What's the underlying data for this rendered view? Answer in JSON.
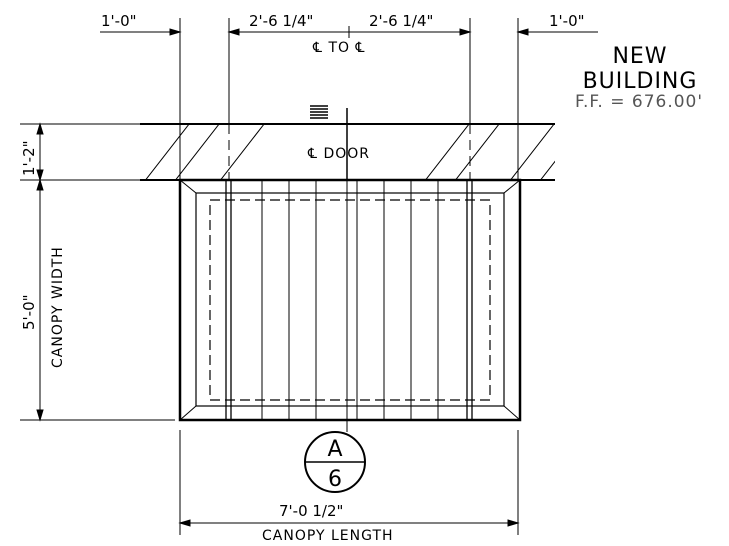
{
  "title": {
    "line1": "NEW",
    "line2": "BUILDING",
    "finished_floor": "F.F. = 676.00'"
  },
  "dimensions": {
    "left_offset": "1'-0\"",
    "left_center": "2'-6 1/4\"",
    "right_center": "2'-6 1/4\"",
    "right_offset": "1'-0\"",
    "cl_to_cl": "℄ TO ℄",
    "wall_thickness": "1'-2\"",
    "canopy_width": "5'-0\"",
    "canopy_width_label": "CANOPY WIDTH",
    "canopy_length": "7'-0 1/2\"",
    "canopy_length_label": "CANOPY LENGTH"
  },
  "wall": {
    "door_label": "℄ DOOR"
  },
  "section_marker": {
    "letter": "A",
    "sheet": "6"
  }
}
